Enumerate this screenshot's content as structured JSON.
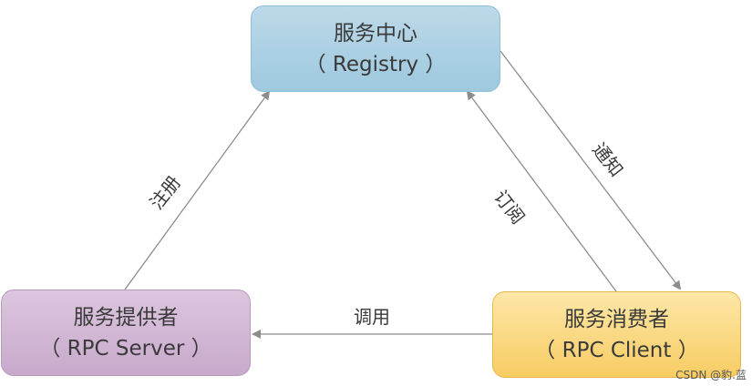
{
  "nodes": {
    "registry": {
      "line1": "服务中心",
      "line2": "（ Registry ）"
    },
    "provider": {
      "line1": "服务提供者",
      "line2": "（ RPC  Server ）"
    },
    "consumer": {
      "line1": "服务消费者",
      "line2": "（ RPC  Client ）"
    }
  },
  "edges": {
    "register": "注册",
    "subscribe": "订阅",
    "notify": "通知",
    "invoke": "调用"
  },
  "watermark": "CSDN @豹.蓝",
  "colors": {
    "registry": "#a9cfe3",
    "provider": "#d2b6d6",
    "consumer": "#fad77f",
    "arrow": "#8c8c8c"
  }
}
